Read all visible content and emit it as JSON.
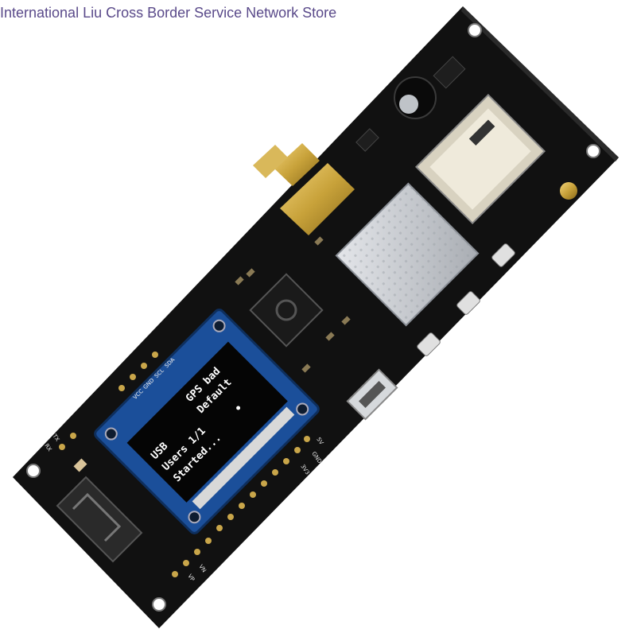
{
  "watermark": "International Liu Cross Border Service Network Store",
  "oled": {
    "left_lines": [
      "USB",
      "Users 1/1",
      "Started..."
    ],
    "right_lines": [
      "GPS bad",
      "Default"
    ]
  },
  "silkscreen": {
    "oled_pins": [
      "VCC",
      "GND",
      "SCL",
      "SDA"
    ],
    "right_pins": [
      "5V",
      "GND",
      "3V3"
    ],
    "left_pins": [
      "TX",
      "RX"
    ],
    "bottom_pins": [
      "VP",
      "VN"
    ]
  },
  "colors": {
    "pcb": "#111111",
    "oled_board": "#1b4f9a",
    "oled_screen": "#050505",
    "rf_shield": "#c9ccd0",
    "sma_gold": "#c8a23a",
    "watermark": "#5a4a8a"
  }
}
